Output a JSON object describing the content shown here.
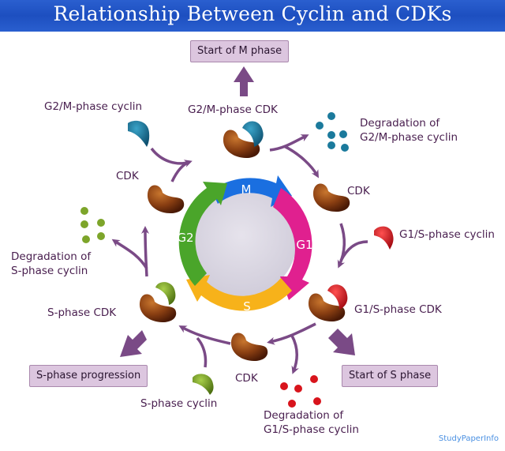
{
  "title": "Relationship Between Cyclin and CDKs",
  "cycle": {
    "phases": [
      {
        "label": "M",
        "color": "#1a6fe0"
      },
      {
        "label": "G1",
        "color": "#e0208f"
      },
      {
        "label": "S",
        "color": "#f7b21a"
      },
      {
        "label": "G2",
        "color": "#4aa52a"
      }
    ],
    "center_color": "#dcd9e4"
  },
  "boxes": {
    "m_phase": "Start of M phase",
    "s_phase_start": "Start of S phase",
    "s_phase_progression": "S-phase progression"
  },
  "labels": {
    "g2m_cyclin": "G2/M-phase cyclin",
    "g2m_cdk": "G2/M-phase CDK",
    "deg_g2m_line1": "Degradation of",
    "deg_g2m_line2": "G2/M-phase cyclin",
    "cdk_right": "CDK",
    "g1s_cyclin": "G1/S-phase cyclin",
    "g1s_cdk": "G1/S-phase CDK",
    "cdk_bottom": "CDK",
    "deg_g1s_line1": "Degradation of",
    "deg_g1s_line2": "G1/S-phase cyclin",
    "s_cyclin": "S-phase cyclin",
    "s_cdk": "S-phase CDK",
    "deg_s_line1": "Degradation of",
    "deg_s_line2": "S-phase cyclin",
    "cdk_left": "CDK"
  },
  "colors": {
    "cdk": "#8a3f12",
    "g2m_cyclin": "#1b7a9c",
    "g1s_cyclin": "#d8141c",
    "s_cyclin": "#7da52a",
    "arrow": "#7a4a86",
    "title_bg": "#2256c8"
  },
  "watermark": "StudyPaperInfo"
}
